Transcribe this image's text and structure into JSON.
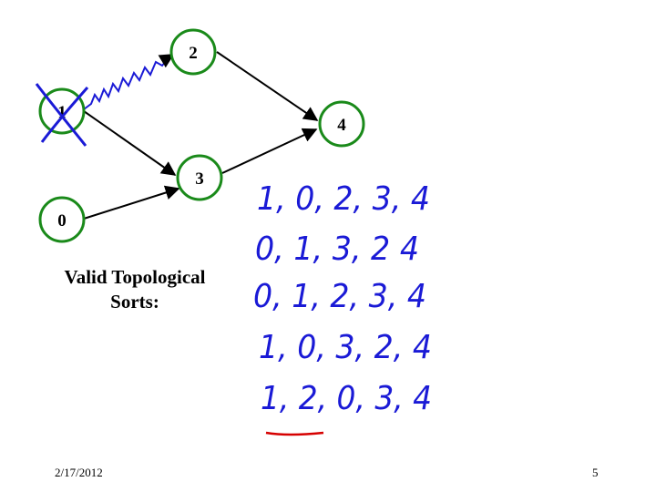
{
  "graph": {
    "nodes": [
      {
        "id": "n1",
        "label": "1"
      },
      {
        "id": "n2",
        "label": "2"
      },
      {
        "id": "n3",
        "label": "3"
      },
      {
        "id": "n0",
        "label": "0"
      },
      {
        "id": "n4",
        "label": "4"
      }
    ],
    "node_color": "#1a8a1a"
  },
  "caption": {
    "line1": "Valid Topological",
    "line2": "Sorts:"
  },
  "sorts": [
    "1, 0, 2, 3, 4",
    "0, 1, 3, 2 4",
    "0, 1, 2, 3, 4",
    "1, 0, 3, 2, 4",
    "1, 2, 0, 3, 4"
  ],
  "ink_color": "#1a1ad6",
  "underline_color": "#d60000",
  "footer": {
    "date": "2/17/2012",
    "page": "5"
  }
}
